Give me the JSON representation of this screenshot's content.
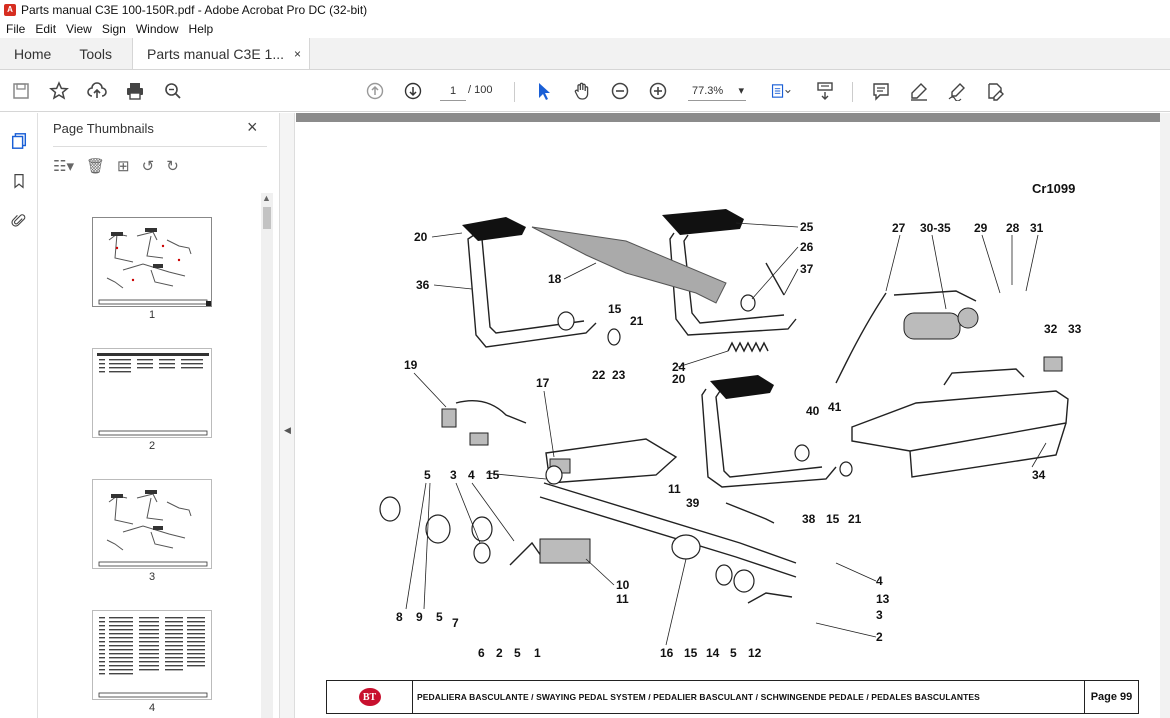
{
  "window": {
    "title": "Parts manual C3E 100-150R.pdf - Adobe Acrobat Pro DC (32-bit)"
  },
  "menu": [
    "File",
    "Edit",
    "View",
    "Sign",
    "Window",
    "Help"
  ],
  "tabs": {
    "home": "Home",
    "tools": "Tools",
    "document": "Parts manual C3E 1...",
    "close": "×"
  },
  "toolbar": {
    "icons": [
      "save-icon",
      "bookmark-star-icon",
      "upload-cloud-icon",
      "print-icon",
      "find-zoom-icon",
      "page-up-icon",
      "page-down-icon",
      "select-arrow-icon",
      "hand-icon",
      "zoom-out-icon",
      "zoom-in-icon",
      "fit-page-icon",
      "scroll-mode-icon",
      "comment-icon",
      "highlight-icon",
      "sign-icon",
      "edit-icon"
    ],
    "page_current": "1",
    "page_total": "/ 100",
    "zoom": "77.3%",
    "zoom_caret": "▾"
  },
  "sidebar": {
    "title": "Page Thumbnails",
    "close": "×",
    "thumbnails": [
      {
        "number": "1"
      },
      {
        "number": "2"
      },
      {
        "number": "3"
      },
      {
        "number": "4"
      }
    ]
  },
  "document": {
    "code": "Cr1099",
    "callouts": [
      "20",
      "36",
      "18",
      "25",
      "26",
      "37",
      "15",
      "21",
      "27",
      "30-35",
      "29",
      "28",
      "31",
      "32",
      "33",
      "19",
      "17",
      "22",
      "23",
      "24",
      "20",
      "40",
      "41",
      "34",
      "5",
      "3",
      "4",
      "15",
      "11",
      "39",
      "38",
      "15",
      "21",
      "8",
      "9",
      "5",
      "7",
      "6",
      "2",
      "5",
      "1",
      "10",
      "11",
      "16",
      "15",
      "14",
      "5",
      "12",
      "4",
      "13",
      "3",
      "2"
    ],
    "footer": {
      "logo": "BT",
      "title": "PEDALIERA BASCULANTE / SWAYING PEDAL SYSTEM / PEDALIER BASCULANT / SCHWINGENDE PEDALE / PEDALES BASCULANTES",
      "page": "Page 99"
    }
  }
}
